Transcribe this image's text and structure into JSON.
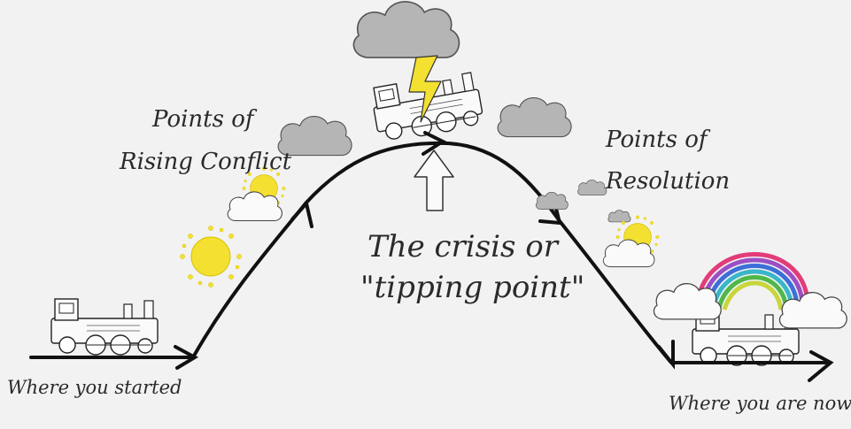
{
  "labels": {
    "start": "Where you started",
    "rising_line1": "Points of",
    "rising_line2": "Rising Conflict",
    "crisis_line1": "The crisis or",
    "crisis_line2": "\"tipping point\"",
    "resolution_line1": "Points of",
    "resolution_line2": "Resolution",
    "end": "Where you are now"
  },
  "icons": {
    "train": "steam-train-icon",
    "cloud": "cloud-icon",
    "sun": "sun-icon",
    "lightning": "lightning-bolt-icon",
    "rainbow": "rainbow-icon",
    "arrow": "up-arrow-icon"
  },
  "colors": {
    "ink": "#111111",
    "storm_cloud": "#b5b5b5",
    "sun": "#f4e030",
    "lightning": "#f4e030",
    "rainbow": [
      "#e23c7a",
      "#9b4fc4",
      "#3d6fd8",
      "#39b6c9",
      "#4fb848",
      "#c7d63a"
    ],
    "paper": "#f2f2f2"
  }
}
